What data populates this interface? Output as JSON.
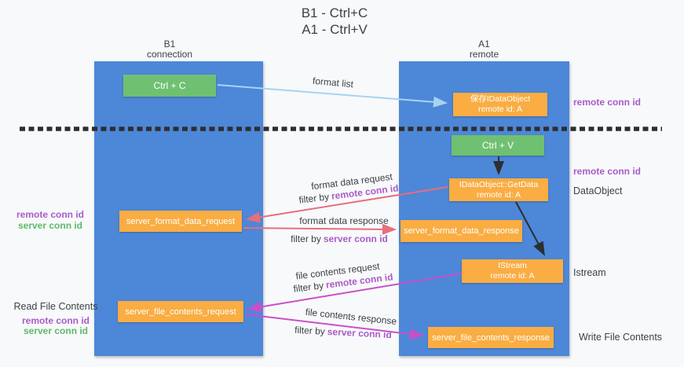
{
  "title": {
    "line1": "B1 - Ctrl+C",
    "line2": "A1 - Ctrl+V"
  },
  "columns": {
    "left": {
      "name": "B1",
      "subtitle": "connection"
    },
    "right": {
      "name": "A1",
      "subtitle": "remote"
    }
  },
  "boxes": {
    "ctrl_c": "Ctrl + C",
    "ctrl_v": "Ctrl + V",
    "save_dataobject": {
      "line1": "保存IDataObject",
      "line2": "remote id: A"
    },
    "getdata": {
      "line1": "IDataObject::GetData",
      "line2": "remote id: A"
    },
    "istream": {
      "line1": "IStream",
      "line2": "remote id: A"
    },
    "server_format_data_request": "server_format_data_request",
    "server_format_data_response": "server_format_data_response",
    "server_file_contents_request": "server_file_contents_request",
    "server_file_contents_response": "server_file_contents_response"
  },
  "flow_labels": {
    "format_list": "format list",
    "format_data_request": "format data request",
    "format_data_response": "format data response",
    "file_contents_request": "file contents request",
    "file_contents_response": "file contents response",
    "filter_by": "filter by",
    "remote_conn_id": "remote conn id",
    "server_conn_id": "server conn id"
  },
  "side_labels": {
    "remote_conn_id": "remote conn id",
    "server_conn_id": "server conn id",
    "dataobject": "DataObject",
    "istream": "Istream",
    "read_file_contents": "Read File Contents",
    "write_file_contents": "Write File Contents"
  },
  "colors": {
    "column_blue": "#4d87d8",
    "box_orange": "#f9ad42",
    "box_green": "#70c072",
    "arrow_red": "#e96d7c",
    "arrow_magenta": "#c94fc9",
    "arrow_light_blue": "#a8d3f2",
    "arrow_black": "#2e2e2e",
    "label_purple": "#a85cc8",
    "label_green": "#5db967",
    "text_dark": "#3d4147",
    "background": "#f8f9fa"
  }
}
